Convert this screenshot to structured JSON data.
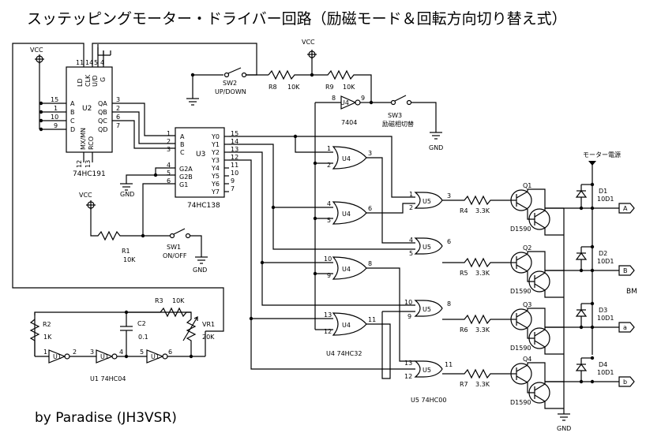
{
  "title": "スッテッピングモーター・ドライバー回路（励磁モード＆回転方向切り替え式）",
  "credit": "by Paradise (JH3VSR)",
  "power": {
    "vcc": "VCC",
    "gnd": "GND",
    "motor_supply": "モーター電源"
  },
  "u2": {
    "name": "U2",
    "part": "74HC191",
    "pins": {
      "ld": "LD",
      "clk": "CLK",
      "ud": "U/D",
      "g": "G",
      "a": "A",
      "b": "B",
      "c": "C",
      "d": "D",
      "qa": "QA",
      "qb": "QB",
      "qc": "QC",
      "qd": "QD",
      "mxmn": "MX/MN",
      "rco": "RCO"
    },
    "pin_nums": {
      "p11": "11",
      "p14": "14",
      "p5": "5",
      "p4": "4",
      "p15": "15",
      "p1": "1",
      "p10": "10",
      "p9": "9",
      "p3": "3",
      "p2": "2",
      "p6": "6",
      "p7": "7",
      "p12": "12",
      "p13": "13"
    }
  },
  "u3": {
    "name": "U3",
    "part": "74HC138",
    "pins": {
      "a": "A",
      "b": "B",
      "c": "C",
      "g2a": "G2A",
      "g2b": "G2B",
      "g1": "G1",
      "y0": "Y0",
      "y1": "Y1",
      "y2": "Y2",
      "y3": "Y3",
      "y4": "Y4",
      "y5": "Y5",
      "y6": "Y6",
      "y7": "Y7"
    },
    "pin_nums": {
      "p1": "1",
      "p2": "2",
      "p3": "3",
      "p4": "4",
      "p5": "5",
      "p6": "6",
      "p15": "15",
      "p14": "14",
      "p13": "13",
      "p12": "12",
      "p11": "11",
      "p10": "10",
      "p9": "9",
      "p7": "7"
    }
  },
  "switches": {
    "sw1": {
      "name": "SW1",
      "label": "ON/OFF"
    },
    "sw2": {
      "name": "SW2",
      "label": "UP/DOWN"
    },
    "sw3": {
      "name": "SW3",
      "label": "励磁相切替"
    }
  },
  "resistors": {
    "r1": {
      "name": "R1",
      "value": "10K"
    },
    "r2": {
      "name": "R2",
      "value": "1K"
    },
    "r3": {
      "name": "R3",
      "value": "10K"
    },
    "r4": {
      "name": "R4",
      "value": "3.3K"
    },
    "r5": {
      "name": "R5",
      "value": "3.3K"
    },
    "r6": {
      "name": "R6",
      "value": "3.3K"
    },
    "r7": {
      "name": "R7",
      "value": "3.3K"
    },
    "r8": {
      "name": "R8",
      "value": "10K"
    },
    "r9": {
      "name": "R9",
      "value": "10K"
    },
    "vr1": {
      "name": "VR1",
      "value": "20K"
    }
  },
  "capacitor": {
    "name": "C2",
    "value": "0.1"
  },
  "oscillator": {
    "label": "U1  74HC04",
    "gate": "U1",
    "pins": [
      "1",
      "2",
      "3",
      "4",
      "5",
      "6"
    ]
  },
  "inverter": {
    "name": "U4",
    "part": "7404",
    "pin_in": "8",
    "pin_out": "9"
  },
  "or_gates": {
    "label": "U4 74HC32",
    "gates": [
      {
        "name": "U4",
        "in1": "1",
        "in2": "2",
        "out": "3"
      },
      {
        "name": "U4",
        "in1": "4",
        "in2": "5",
        "out": "6"
      },
      {
        "name": "U4",
        "in1": "10",
        "in2": "9",
        "out": "8"
      },
      {
        "name": "U4",
        "in1": "13",
        "in2": "12",
        "out": "11"
      }
    ]
  },
  "nand_gates": {
    "label": "U5 74HC00",
    "gates": [
      {
        "name": "U5",
        "in1": "1",
        "in2": "2",
        "out": "3"
      },
      {
        "name": "U5",
        "in1": "4",
        "in2": "5",
        "out": "6"
      },
      {
        "name": "U5",
        "in1": "10",
        "in2": "9",
        "out": "8"
      },
      {
        "name": "U5",
        "in1": "13",
        "in2": "12",
        "out": "11"
      }
    ]
  },
  "drivers": [
    {
      "q": "Q1",
      "part": "D1590",
      "r": "R4",
      "rv": "3.3K",
      "d": "D1",
      "dp": "10D1",
      "out": "A"
    },
    {
      "q": "Q2",
      "part": "D1590",
      "r": "R5",
      "rv": "3.3K",
      "d": "D2",
      "dp": "10D1",
      "out": "B"
    },
    {
      "q": "Q3",
      "part": "D1590",
      "r": "R6",
      "rv": "3.3K",
      "d": "D3",
      "dp": "10D1",
      "out": "a"
    },
    {
      "q": "Q4",
      "part": "D1590",
      "r": "R7",
      "rv": "3.3K",
      "d": "D4",
      "dp": "10D1",
      "out": "b"
    }
  ],
  "motor": "BM"
}
